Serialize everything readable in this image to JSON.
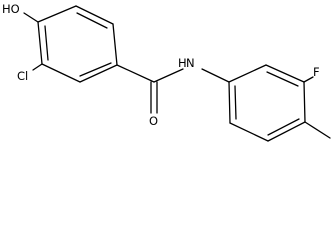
{
  "structure": {
    "labels": {
      "hydroxyl": "HO",
      "chloro": "Cl",
      "carbonyl_oxygen": "O",
      "amide_nitrogen": "N",
      "amide_hydrogen": "H",
      "fluoro": "F"
    },
    "colors": {
      "bond": "#000000",
      "label": "#000000",
      "background": "#ffffff"
    }
  }
}
